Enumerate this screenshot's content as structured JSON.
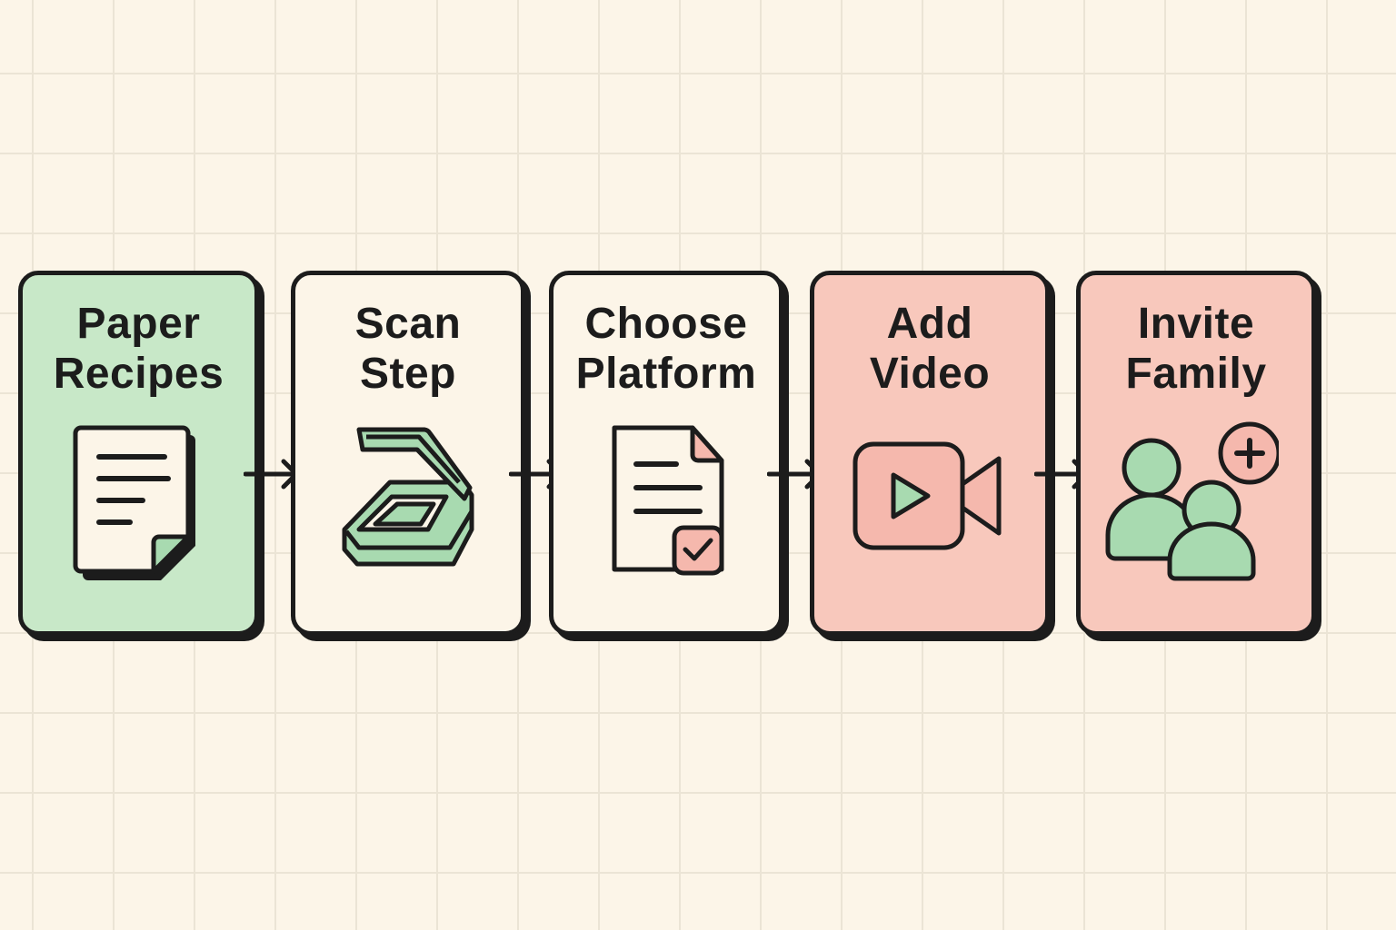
{
  "steps": [
    {
      "line1": "Paper",
      "line2": "Recipes",
      "icon": "paper-recipe-icon",
      "color": "#c8e8c8"
    },
    {
      "line1": "Scan",
      "line2": "Step",
      "icon": "scanner-icon",
      "color": "#fcf5e8"
    },
    {
      "line1": "Choose",
      "line2": "Platform",
      "icon": "document-check-icon",
      "color": "#fcf5e8"
    },
    {
      "line1": "Add",
      "line2": "Video",
      "icon": "video-camera-icon",
      "color": "#f8c8bc"
    },
    {
      "line1": "Invite",
      "line2": "Family",
      "icon": "add-users-icon",
      "color": "#f8c8bc"
    }
  ],
  "colors": {
    "outline": "#1c1c1c",
    "green": "#a8dab0",
    "pink": "#f5b8ad",
    "paper": "#fcf5e8"
  }
}
